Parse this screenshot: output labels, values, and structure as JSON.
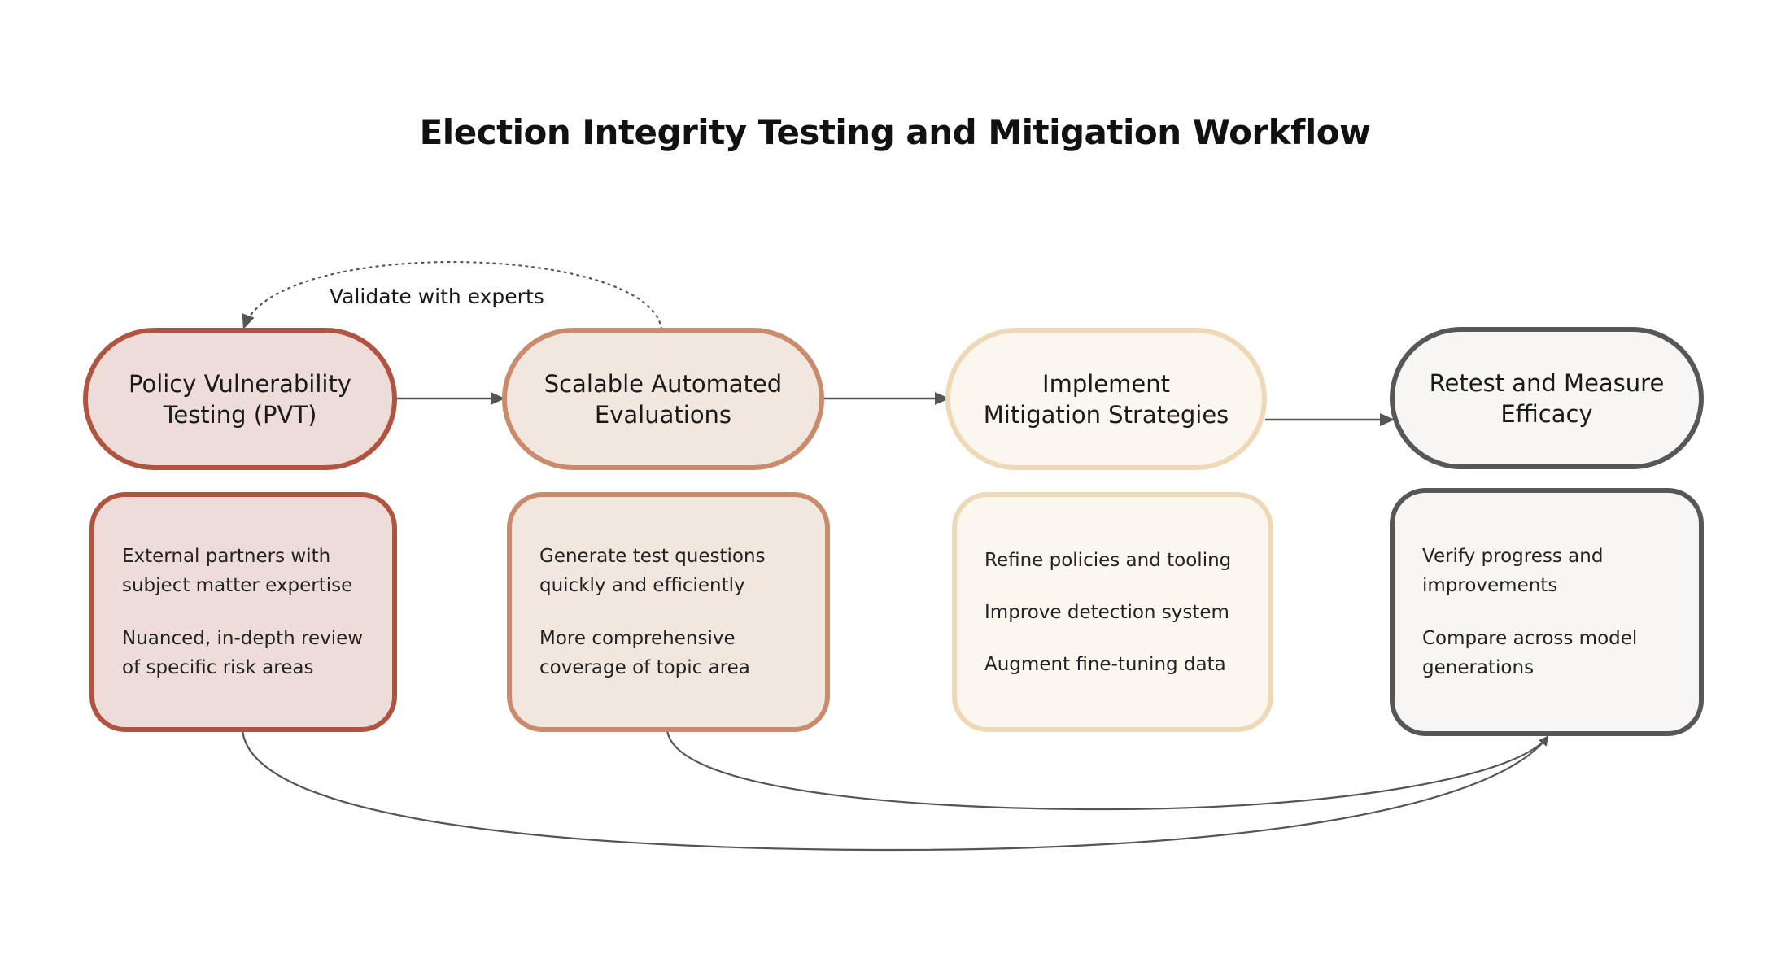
{
  "title": "Election Integrity Testing and Mitigation Workflow",
  "feedback_label": "Validate with experts",
  "stages": [
    {
      "id": "pvt",
      "label": "Policy Vulnerability\nTesting (PVT)",
      "details": [
        "External partners with\nsubject matter expertise",
        "Nuanced, in-depth review\nof specific risk areas"
      ],
      "border_color": "#B05440",
      "fill_color": "#EEDCD8"
    },
    {
      "id": "automated-evals",
      "label": "Scalable Automated\nEvaluations",
      "details": [
        "Generate test questions\nquickly and efficiently",
        "More comprehensive\ncoverage of topic area"
      ],
      "border_color": "#C98B6B",
      "fill_color": "#F2E7DF"
    },
    {
      "id": "mitigation",
      "label": "Implement\nMitigation Strategies",
      "details": [
        "Refine policies and tooling",
        "Improve detection system",
        "Augment fine-tuning data"
      ],
      "border_color": "#EFD8B6",
      "fill_color": "#FBF6EE"
    },
    {
      "id": "retest",
      "label": "Retest and Measure\nEfficacy",
      "details": [
        "Verify progress and\nimprovements",
        "Compare across model\ngenerations"
      ],
      "border_color": "#575757",
      "fill_color": "#F7F6F4"
    }
  ],
  "connections": [
    {
      "from": "pvt",
      "to": "automated-evals",
      "style": "solid"
    },
    {
      "from": "automated-evals",
      "to": "mitigation",
      "style": "solid"
    },
    {
      "from": "mitigation",
      "to": "retest",
      "style": "solid"
    },
    {
      "from": "automated-evals",
      "to": "pvt",
      "style": "dotted",
      "label": "Validate with experts"
    },
    {
      "from": "pvt",
      "to": "retest",
      "style": "curved"
    },
    {
      "from": "automated-evals",
      "to": "retest",
      "style": "curved"
    }
  ],
  "line_color": "#555555"
}
